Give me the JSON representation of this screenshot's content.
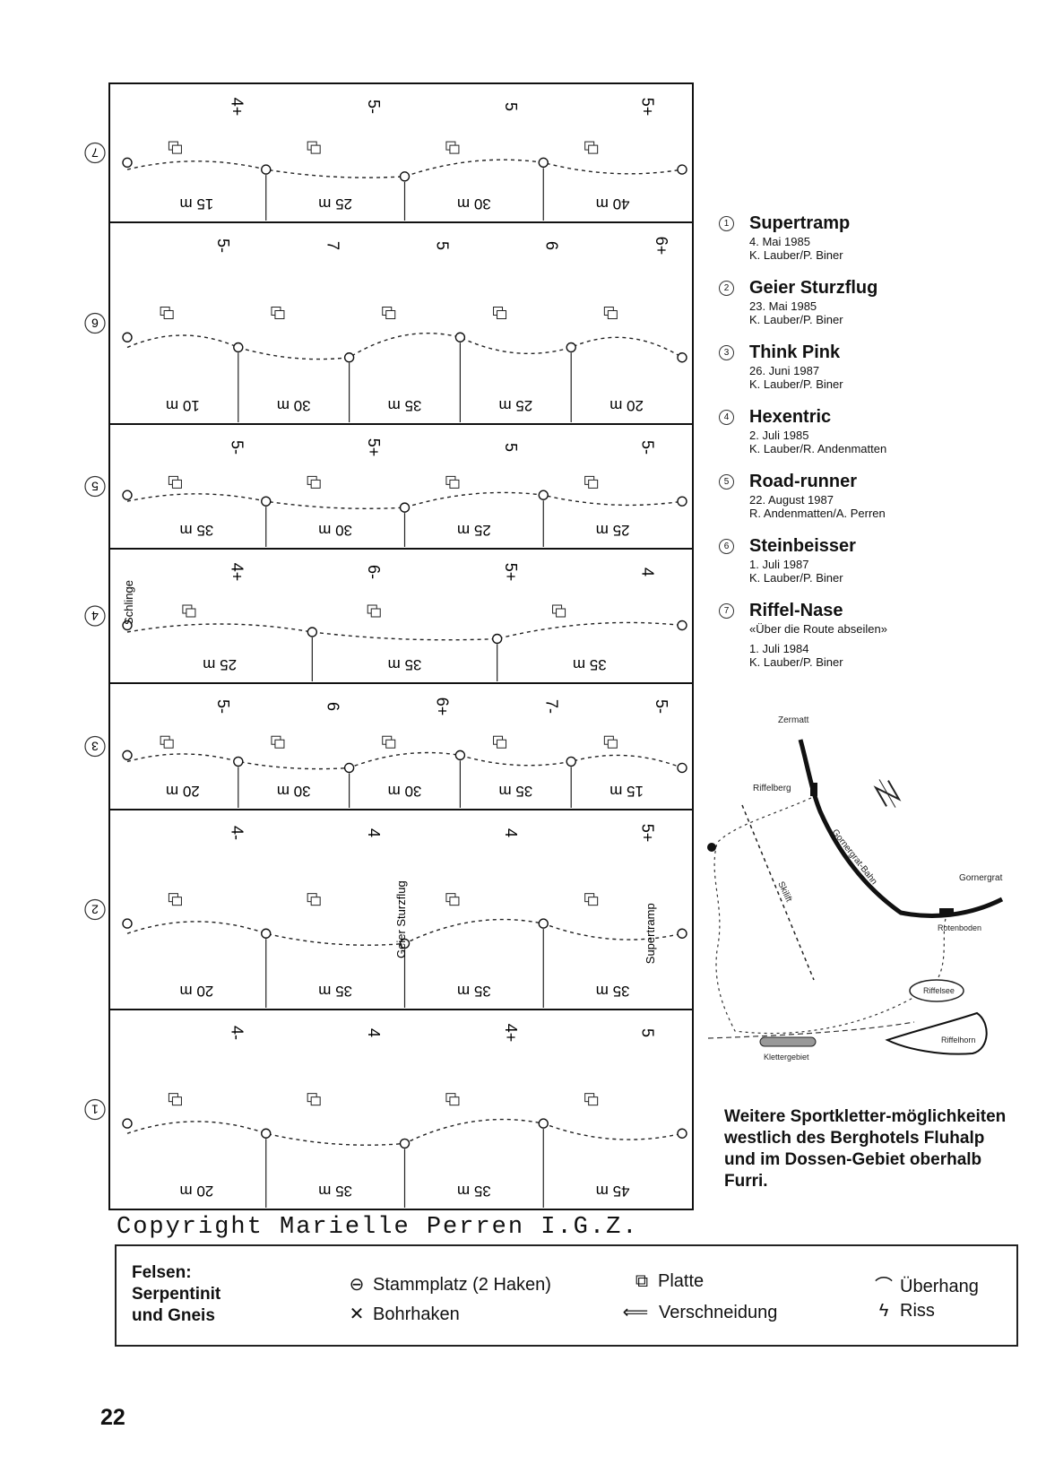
{
  "topo": {
    "rows": [
      {
        "id": "7",
        "grades": [
          "4+",
          "5-",
          "5",
          "5+"
        ],
        "lengths": [
          "15 m",
          "25 m",
          "30 m",
          "40 m"
        ]
      },
      {
        "id": "6",
        "grades": [
          "5-",
          "7",
          "5",
          "6",
          "6+"
        ],
        "lengths": [
          "10 m",
          "30 m",
          "35 m",
          "25 m",
          "20 m"
        ]
      },
      {
        "id": "5",
        "grades": [
          "5-",
          "5+",
          "5",
          "5-"
        ],
        "lengths": [
          "35 m",
          "30 m",
          "25 m",
          "25 m"
        ]
      },
      {
        "id": "4",
        "grades": [
          "4+",
          "6-",
          "5+",
          "4"
        ],
        "lengths": [
          "25 m",
          "35 m",
          "35 m"
        ],
        "label": "Schlinge"
      },
      {
        "id": "3",
        "grades": [
          "5-",
          "6",
          "6+",
          "7-",
          "5-"
        ],
        "lengths": [
          "20 m",
          "30 m",
          "30 m",
          "35 m",
          "15 m"
        ]
      },
      {
        "id": "2",
        "grades": [
          "4-",
          "4",
          "4",
          "5+"
        ],
        "lengths": [
          "20 m",
          "35 m",
          "35 m",
          "35 m"
        ],
        "labels": [
          "Geier Sturzflug",
          "Supertramp"
        ]
      },
      {
        "id": "1",
        "grades": [
          "4-",
          "4",
          "4+",
          "5"
        ],
        "lengths": [
          "20 m",
          "35 m",
          "35 m",
          "45 m"
        ]
      }
    ]
  },
  "routes": [
    {
      "num": "1",
      "name": "Supertramp",
      "date": "4. Mai 1985",
      "authors": "K. Lauber/P. Biner"
    },
    {
      "num": "2",
      "name": "Geier Sturzflug",
      "date": "23. Mai 1985",
      "authors": "K. Lauber/P. Biner"
    },
    {
      "num": "3",
      "name": "Think Pink",
      "date": "26. Juni 1987",
      "authors": "K. Lauber/P. Biner"
    },
    {
      "num": "4",
      "name": "Hexentric",
      "date": "2. Juli 1985",
      "authors": "K. Lauber/R. Andenmatten"
    },
    {
      "num": "5",
      "name": "Road-runner",
      "date": "22. August 1987",
      "authors": "R. Andenmatten/A. Perren"
    },
    {
      "num": "6",
      "name": "Steinbeisser",
      "date": "1. Juli 1987",
      "authors": "K. Lauber/P. Biner"
    },
    {
      "num": "7",
      "name": "Riffel-Nase",
      "note": "«Über die Route abseilen»",
      "date": "1. Juli 1984",
      "authors": "K. Lauber/P. Biner"
    }
  ],
  "map": {
    "labels": [
      "Zermatt",
      "Riffelberg",
      "Gornergrat-Bahn",
      "Gornergrat",
      "Skilift",
      "Rotenboden",
      "Riffelsee",
      "Riffelhorn",
      "Klettergebiet"
    ]
  },
  "more_text": "Weitere Sportkletter-möglichkeiten westlich des Berghotels Fluhalp und im Dossen-Gebiet oberhalb Furri.",
  "copyright": "Copyright Marielle Perren I.G.Z.",
  "legend": {
    "rock": [
      "Felsen:",
      "Serpentinit",
      "und Gneis"
    ],
    "stand": "Stammplatz (2 Haken)",
    "bolt": "Bohrhaken",
    "slab": "Platte",
    "corner": "Verschneidung",
    "overhang": "Überhang",
    "crack": "Riss"
  },
  "page_number": "22"
}
